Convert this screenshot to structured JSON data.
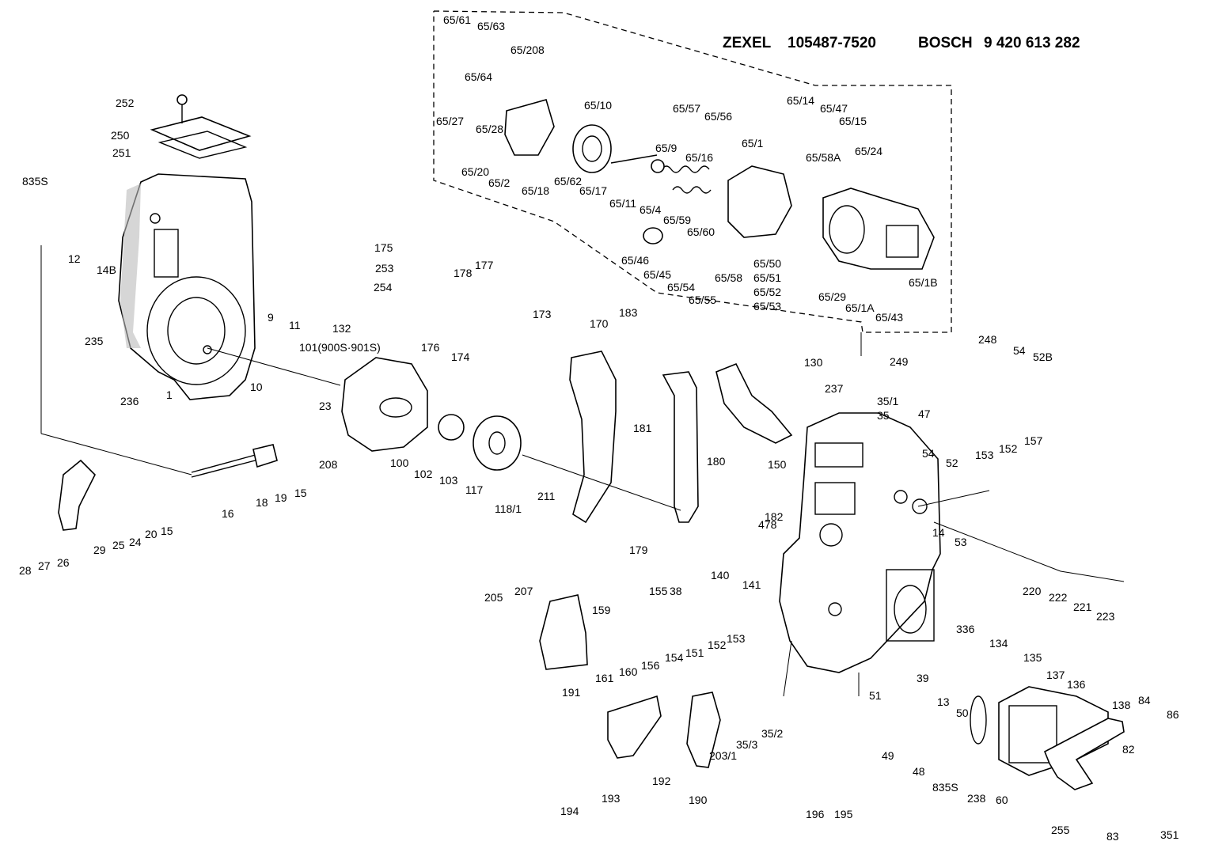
{
  "header": {
    "brand1": "ZEXEL",
    "part1": "105487-7520",
    "brand2": "BOSCH",
    "part2": "9 420 613 282"
  },
  "labels": [
    "65/61",
    "65/63",
    "65/208",
    "65/64",
    "65/27",
    "65/28",
    "65/10",
    "65/20",
    "65/2",
    "65/18",
    "65/62",
    "65/17",
    "65/11",
    "65/57",
    "65/56",
    "65/9",
    "65/16",
    "65/4",
    "65/59",
    "65/60",
    "65/46",
    "65/45",
    "65/54",
    "65/55",
    "65/58",
    "65/14",
    "65/47",
    "65/15",
    "65/1",
    "65/58A",
    "65/24",
    "65/50",
    "65/51",
    "65/52",
    "65/53",
    "65/29",
    "65/1A",
    "65/43",
    "65/1B",
    "252",
    "250",
    "251",
    "835S",
    "12",
    "14B",
    "235",
    "236",
    "1",
    "9",
    "11",
    "132",
    "10",
    "175",
    "253",
    "254",
    "178",
    "177",
    "176",
    "174",
    "173",
    "170",
    "183",
    "101(900S·901S)",
    "23",
    "208",
    "100",
    "102",
    "103",
    "117",
    "118/1",
    "16",
    "18",
    "19",
    "15",
    "28",
    "27",
    "26",
    "29",
    "25",
    "24",
    "20",
    "15",
    "181",
    "180",
    "130",
    "150",
    "182",
    "248",
    "249",
    "54",
    "52B",
    "237",
    "35/1",
    "35",
    "47",
    "54",
    "52",
    "153",
    "152",
    "157",
    "211",
    "205",
    "207",
    "179",
    "38",
    "140",
    "478",
    "141",
    "14",
    "53",
    "220",
    "222",
    "221",
    "223",
    "336",
    "134",
    "135",
    "137",
    "136",
    "138",
    "191",
    "159",
    "155",
    "161",
    "160",
    "156",
    "154",
    "151",
    "152",
    "153",
    "51",
    "39",
    "13",
    "50",
    "84",
    "86",
    "194",
    "193",
    "192",
    "190",
    "203/1",
    "35/3",
    "35/2",
    "196",
    "195",
    "49",
    "48",
    "835S",
    "238",
    "60",
    "82",
    "255",
    "83",
    "351"
  ]
}
